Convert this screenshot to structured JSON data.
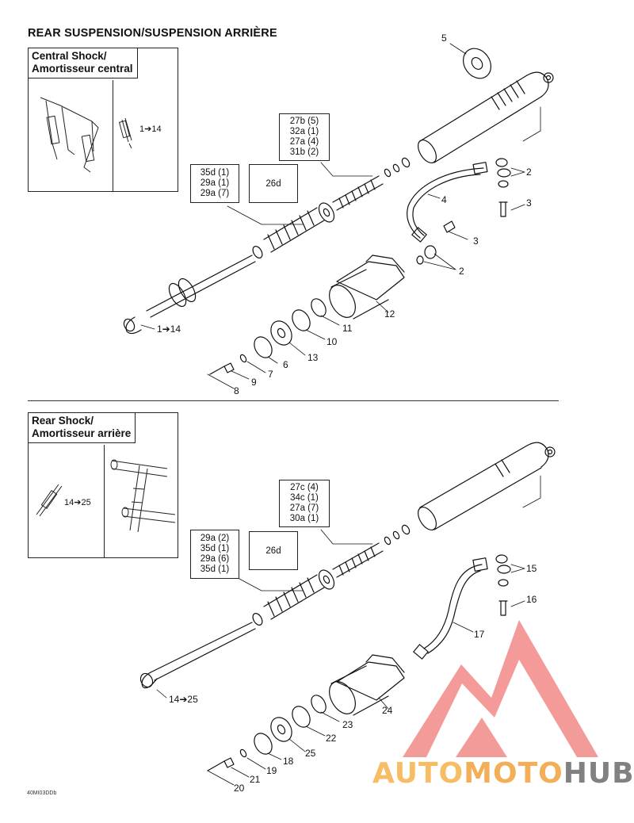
{
  "page_title": "REAR SUSPENSION/SUSPENSION ARRIÈRE",
  "central_inset": {
    "title_line1": "Central Shock/",
    "title_line2": "Amortisseur central",
    "caption": "1➔14"
  },
  "rear_inset": {
    "title_line1": "Rear Shock/",
    "title_line2": "Amortisseur arrière",
    "caption": "14➔25"
  },
  "central_boxes": {
    "seal_kit": [
      "27b (5)",
      "32a (1)",
      "27a (4)",
      "31b (2)"
    ],
    "spring_kit": [
      "35d (1)",
      "29a (1)",
      "29a (7)"
    ],
    "part_26d": "26d"
  },
  "rear_boxes": {
    "seal_kit": [
      "27c (4)",
      "34c (1)",
      "27a (7)",
      "30a (1)"
    ],
    "spring_kit": [
      "29a (2)",
      "35d (1)",
      "29a (6)",
      "35d (1)"
    ],
    "part_26d": "26d"
  },
  "central_callouts": {
    "c5": "5",
    "c2a": "2",
    "c3a": "3",
    "c4": "4",
    "c3b": "3",
    "c2b": "2",
    "c12": "12",
    "c11": "11",
    "c10": "10",
    "c13": "13",
    "c6": "6",
    "c7": "7",
    "c9": "9",
    "c8": "8",
    "c1to14": "1➔14"
  },
  "rear_callouts": {
    "c15": "15",
    "c16": "16",
    "c17": "17",
    "c24": "24",
    "c23": "23",
    "c22": "22",
    "c25": "25",
    "c18": "18",
    "c19": "19",
    "c21": "21",
    "c20": "20",
    "c14to25": "14➔25"
  },
  "drawing_code": "40MI03DDb",
  "watermark": {
    "part1": "AUTO",
    "part2": "MOTO",
    "part3": "HUB",
    "color_primary": "#f07a78",
    "color_orange": "#f5b24a",
    "color_gray": "#6c6c6c"
  }
}
